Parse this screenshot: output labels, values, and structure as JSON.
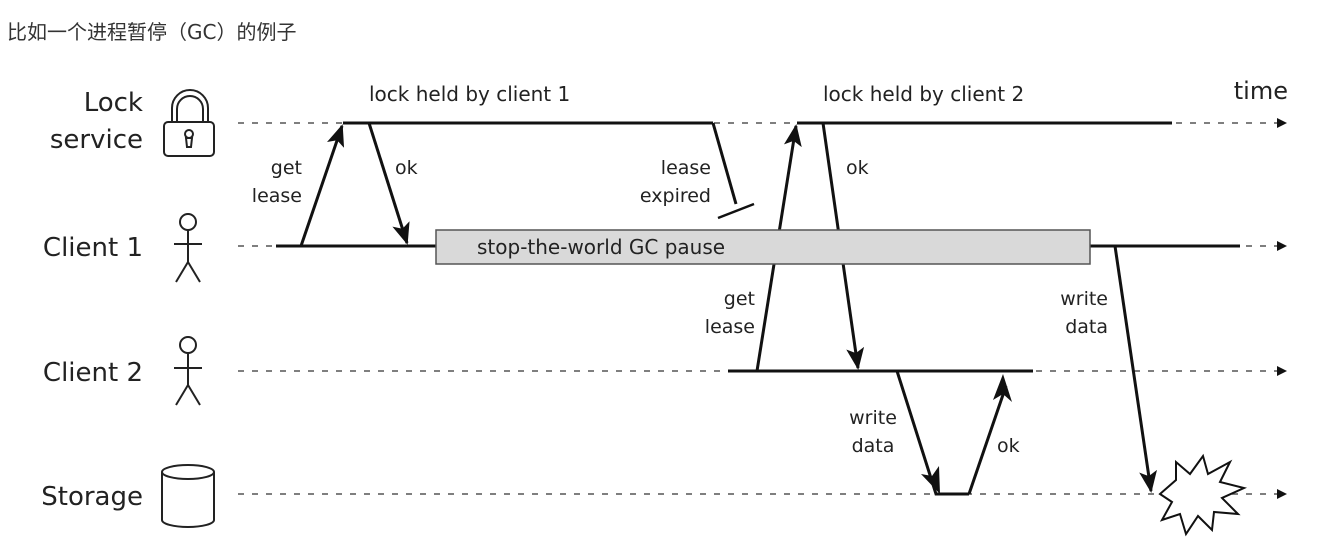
{
  "caption": "比如一个进程暂停（GC）的例子",
  "diagram": {
    "time_label": "time",
    "rows": {
      "lock_service": [
        "Lock",
        "service"
      ],
      "client1": "Client 1",
      "client2": "Client 2",
      "storage": "Storage"
    },
    "headers": {
      "lock1": "lock held by client 1",
      "lock2": "lock held by client 2"
    },
    "pause_label": "stop-the-world GC pause",
    "annotations": {
      "get_lease_1": [
        "get",
        "lease"
      ],
      "ok_1": "ok",
      "lease_expired": [
        "lease",
        "expired"
      ],
      "get_lease_2": [
        "get",
        "lease"
      ],
      "ok_2": "ok",
      "write_data_1": [
        "write",
        "data"
      ],
      "ok_3": "ok",
      "write_data_2": [
        "write",
        "data"
      ]
    }
  }
}
